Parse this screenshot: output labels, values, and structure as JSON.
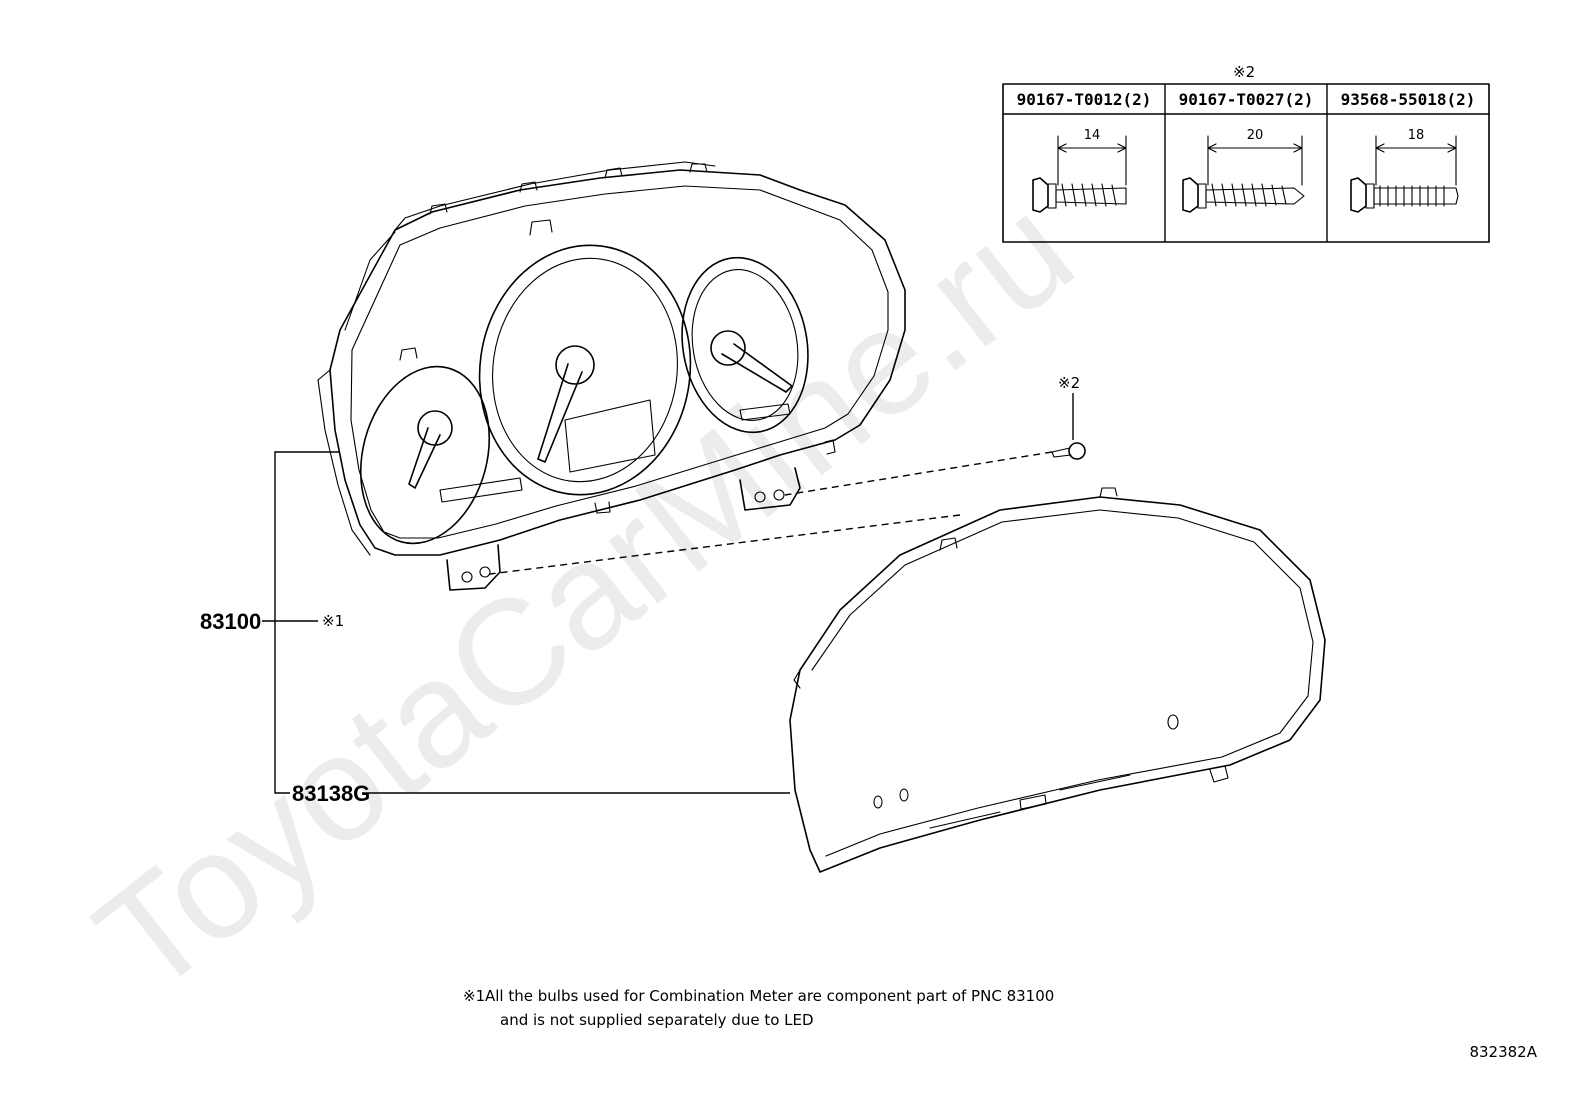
{
  "watermark": "ToyotaCarMine.ru",
  "parts": {
    "meter_assembly": {
      "number": "83100",
      "mark": "※1"
    },
    "meter_glass": {
      "number": "83138G"
    },
    "screw_callout": {
      "mark": "※2"
    }
  },
  "screw_table": {
    "mark": "※2",
    "columns": [
      {
        "part_number": "90167-T0012(2)",
        "length": "14"
      },
      {
        "part_number": "90167-T0027(2)",
        "length": "20"
      },
      {
        "part_number": "93568-55018(2)",
        "length": "18"
      }
    ]
  },
  "footnote": {
    "mark": "※1",
    "line1": "All the bulbs used for Combination Meter are component part of PNC 83100",
    "line2": "and is not supplied separately due to LED"
  },
  "illustration_code": "832382A"
}
